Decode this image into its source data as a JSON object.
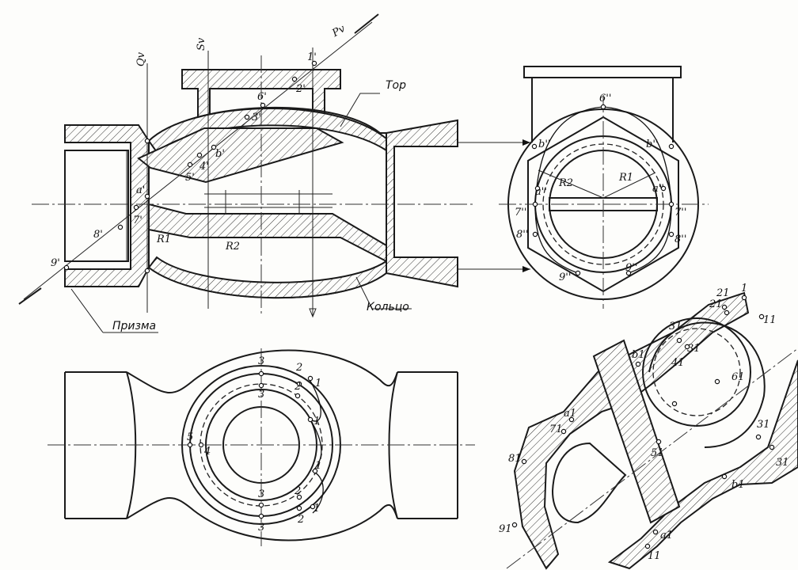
{
  "front_view": {
    "planes": {
      "q": "Qv",
      "s": "Sv",
      "p": "Pv"
    },
    "surface_labels": {
      "torus": "Тор",
      "ring": "Кольцо",
      "prism": "Призма"
    },
    "radii": {
      "r1": "R1",
      "r2": "R2"
    },
    "points": [
      "1'",
      "2'",
      "3'",
      "4'",
      "5'",
      "6'",
      "7'",
      "8'",
      "9'",
      "a'",
      "b'"
    ]
  },
  "side_view": {
    "radii": {
      "r1": "R1",
      "r2": "R2"
    },
    "points": [
      "6''",
      "b''",
      "b''",
      "a''",
      "a''",
      "7''",
      "7''",
      "8''",
      "8''",
      "9''",
      "9''"
    ]
  },
  "top_view": {
    "points": [
      "3",
      "2",
      "1",
      "2",
      "3",
      "1",
      "5",
      "4",
      "1",
      "2",
      "3",
      "2",
      "1",
      "3"
    ]
  },
  "true_section": {
    "points": [
      "21",
      "1",
      "21",
      "11",
      "31",
      "31",
      "b1",
      "61",
      "41",
      "a1",
      "71",
      "51",
      "81",
      "31",
      "31",
      "b1",
      "a1",
      "91",
      "11"
    ]
  }
}
